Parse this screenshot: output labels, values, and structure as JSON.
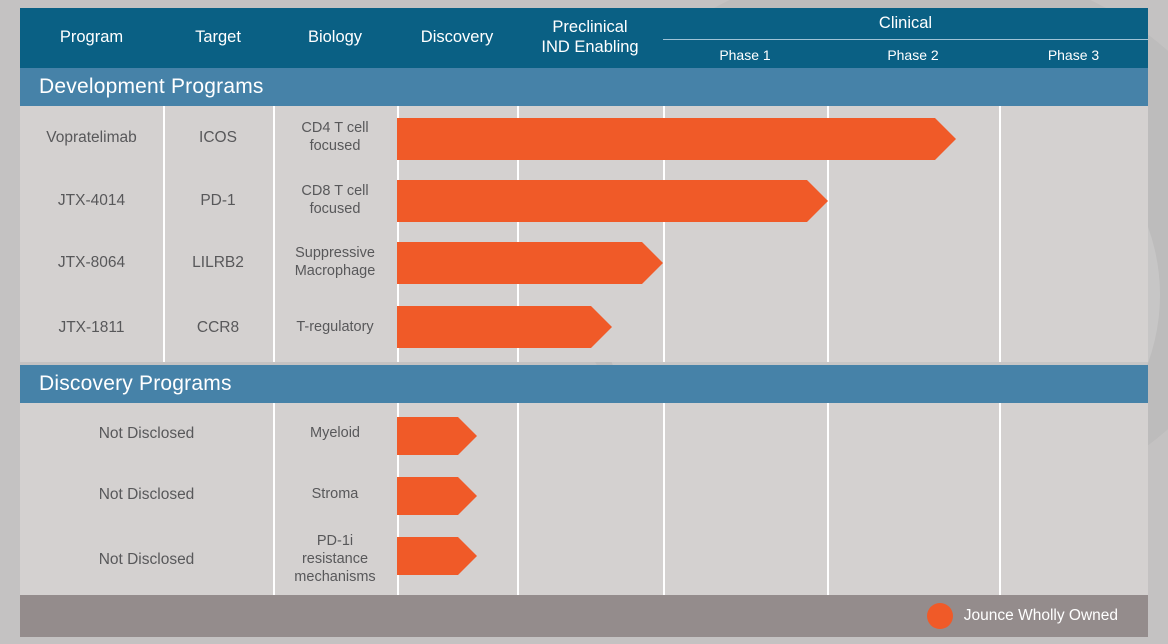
{
  "chart_data": {
    "type": "table",
    "title": "Pipeline",
    "columns": [
      "Program",
      "Target",
      "Biology",
      "Discovery",
      "Preclinical IND Enabling",
      "Phase 1",
      "Phase 2",
      "Phase 3"
    ],
    "stage_axis": [
      "Discovery",
      "Preclinical IND Enabling",
      "Phase 1",
      "Phase 2",
      "Phase 3"
    ],
    "sections": [
      "Development Programs",
      "Discovery Programs"
    ],
    "rows": [
      {
        "program": "Vopratelimab",
        "target": "ICOS",
        "biology": "CD4 T cell focused",
        "section": "Development Programs",
        "progress_stage": "Phase 2",
        "progress_fraction": 0.745
      },
      {
        "program": "JTX-4014",
        "target": "PD-1",
        "biology": "CD8 T cell focused",
        "section": "Development Programs",
        "progress_stage": "Phase 1",
        "progress_fraction": 0.574
      },
      {
        "program": "JTX-8064",
        "target": "LILRB2",
        "biology": "Suppressive Macrophage",
        "section": "Development Programs",
        "progress_stage": "Preclinical IND Enabling",
        "progress_fraction": 0.354
      },
      {
        "program": "JTX-1811",
        "target": "CCR8",
        "biology": "T-regulatory",
        "section": "Development Programs",
        "progress_stage": "Preclinical IND Enabling",
        "progress_fraction": 0.286
      },
      {
        "program": "Not Disclosed",
        "target": "",
        "biology": "Myeloid",
        "section": "Discovery Programs",
        "progress_stage": "Discovery",
        "progress_fraction": 0.105
      },
      {
        "program": "Not Disclosed",
        "target": "",
        "biology": "Stroma",
        "section": "Discovery Programs",
        "progress_stage": "Discovery",
        "progress_fraction": 0.105
      },
      {
        "program": "Not Disclosed",
        "target": "",
        "biology": "PD-1i resistance mechanisms",
        "section": "Discovery Programs",
        "progress_stage": "Discovery",
        "progress_fraction": 0.105
      }
    ],
    "legend": [
      {
        "label": "Jounce Wholly Owned",
        "color": "#f05a28",
        "marker": "circle"
      }
    ]
  },
  "header": {
    "program": "Program",
    "target": "Target",
    "biology": "Biology",
    "discovery": "Discovery",
    "preclinical_line1": "Preclinical",
    "preclinical_line2": "IND Enabling",
    "clinical": "Clinical",
    "phase1": "Phase 1",
    "phase2": "Phase 2",
    "phase3": "Phase 3"
  },
  "sections": {
    "development": "Development Programs",
    "discovery": "Discovery Programs"
  },
  "development_rows": [
    {
      "program": "Vopratelimab",
      "target": "ICOS",
      "biology_line1": "CD4 T cell",
      "biology_line2": "focused"
    },
    {
      "program": "JTX-4014",
      "target": "PD-1",
      "biology_line1": "CD8 T cell",
      "biology_line2": "focused"
    },
    {
      "program": "JTX-8064",
      "target": "LILRB2",
      "biology_line1": "Suppressive",
      "biology_line2": "Macrophage"
    },
    {
      "program": "JTX-1811",
      "target": "CCR8",
      "biology_line1": "T-regulatory",
      "biology_line2": ""
    }
  ],
  "discovery_rows": [
    {
      "program": "Not Disclosed",
      "biology_line1": "Myeloid",
      "biology_line2": "",
      "biology_line3": ""
    },
    {
      "program": "Not Disclosed",
      "biology_line1": "Stroma",
      "biology_line2": "",
      "biology_line3": ""
    },
    {
      "program": "Not Disclosed",
      "biology_line1": "PD-1i",
      "biology_line2": "resistance",
      "biology_line3": "mechanisms"
    }
  ],
  "legend": {
    "label": "Jounce Wholly Owned"
  },
  "colors": {
    "header_blue": "#0a6084",
    "section_blue": "#4682a8",
    "bar_orange": "#f05a28",
    "row_bg": "#d4d1d0",
    "page_bg": "#c4c2c2",
    "footer_gray": "#948c8c",
    "text_gray": "#58585a"
  }
}
